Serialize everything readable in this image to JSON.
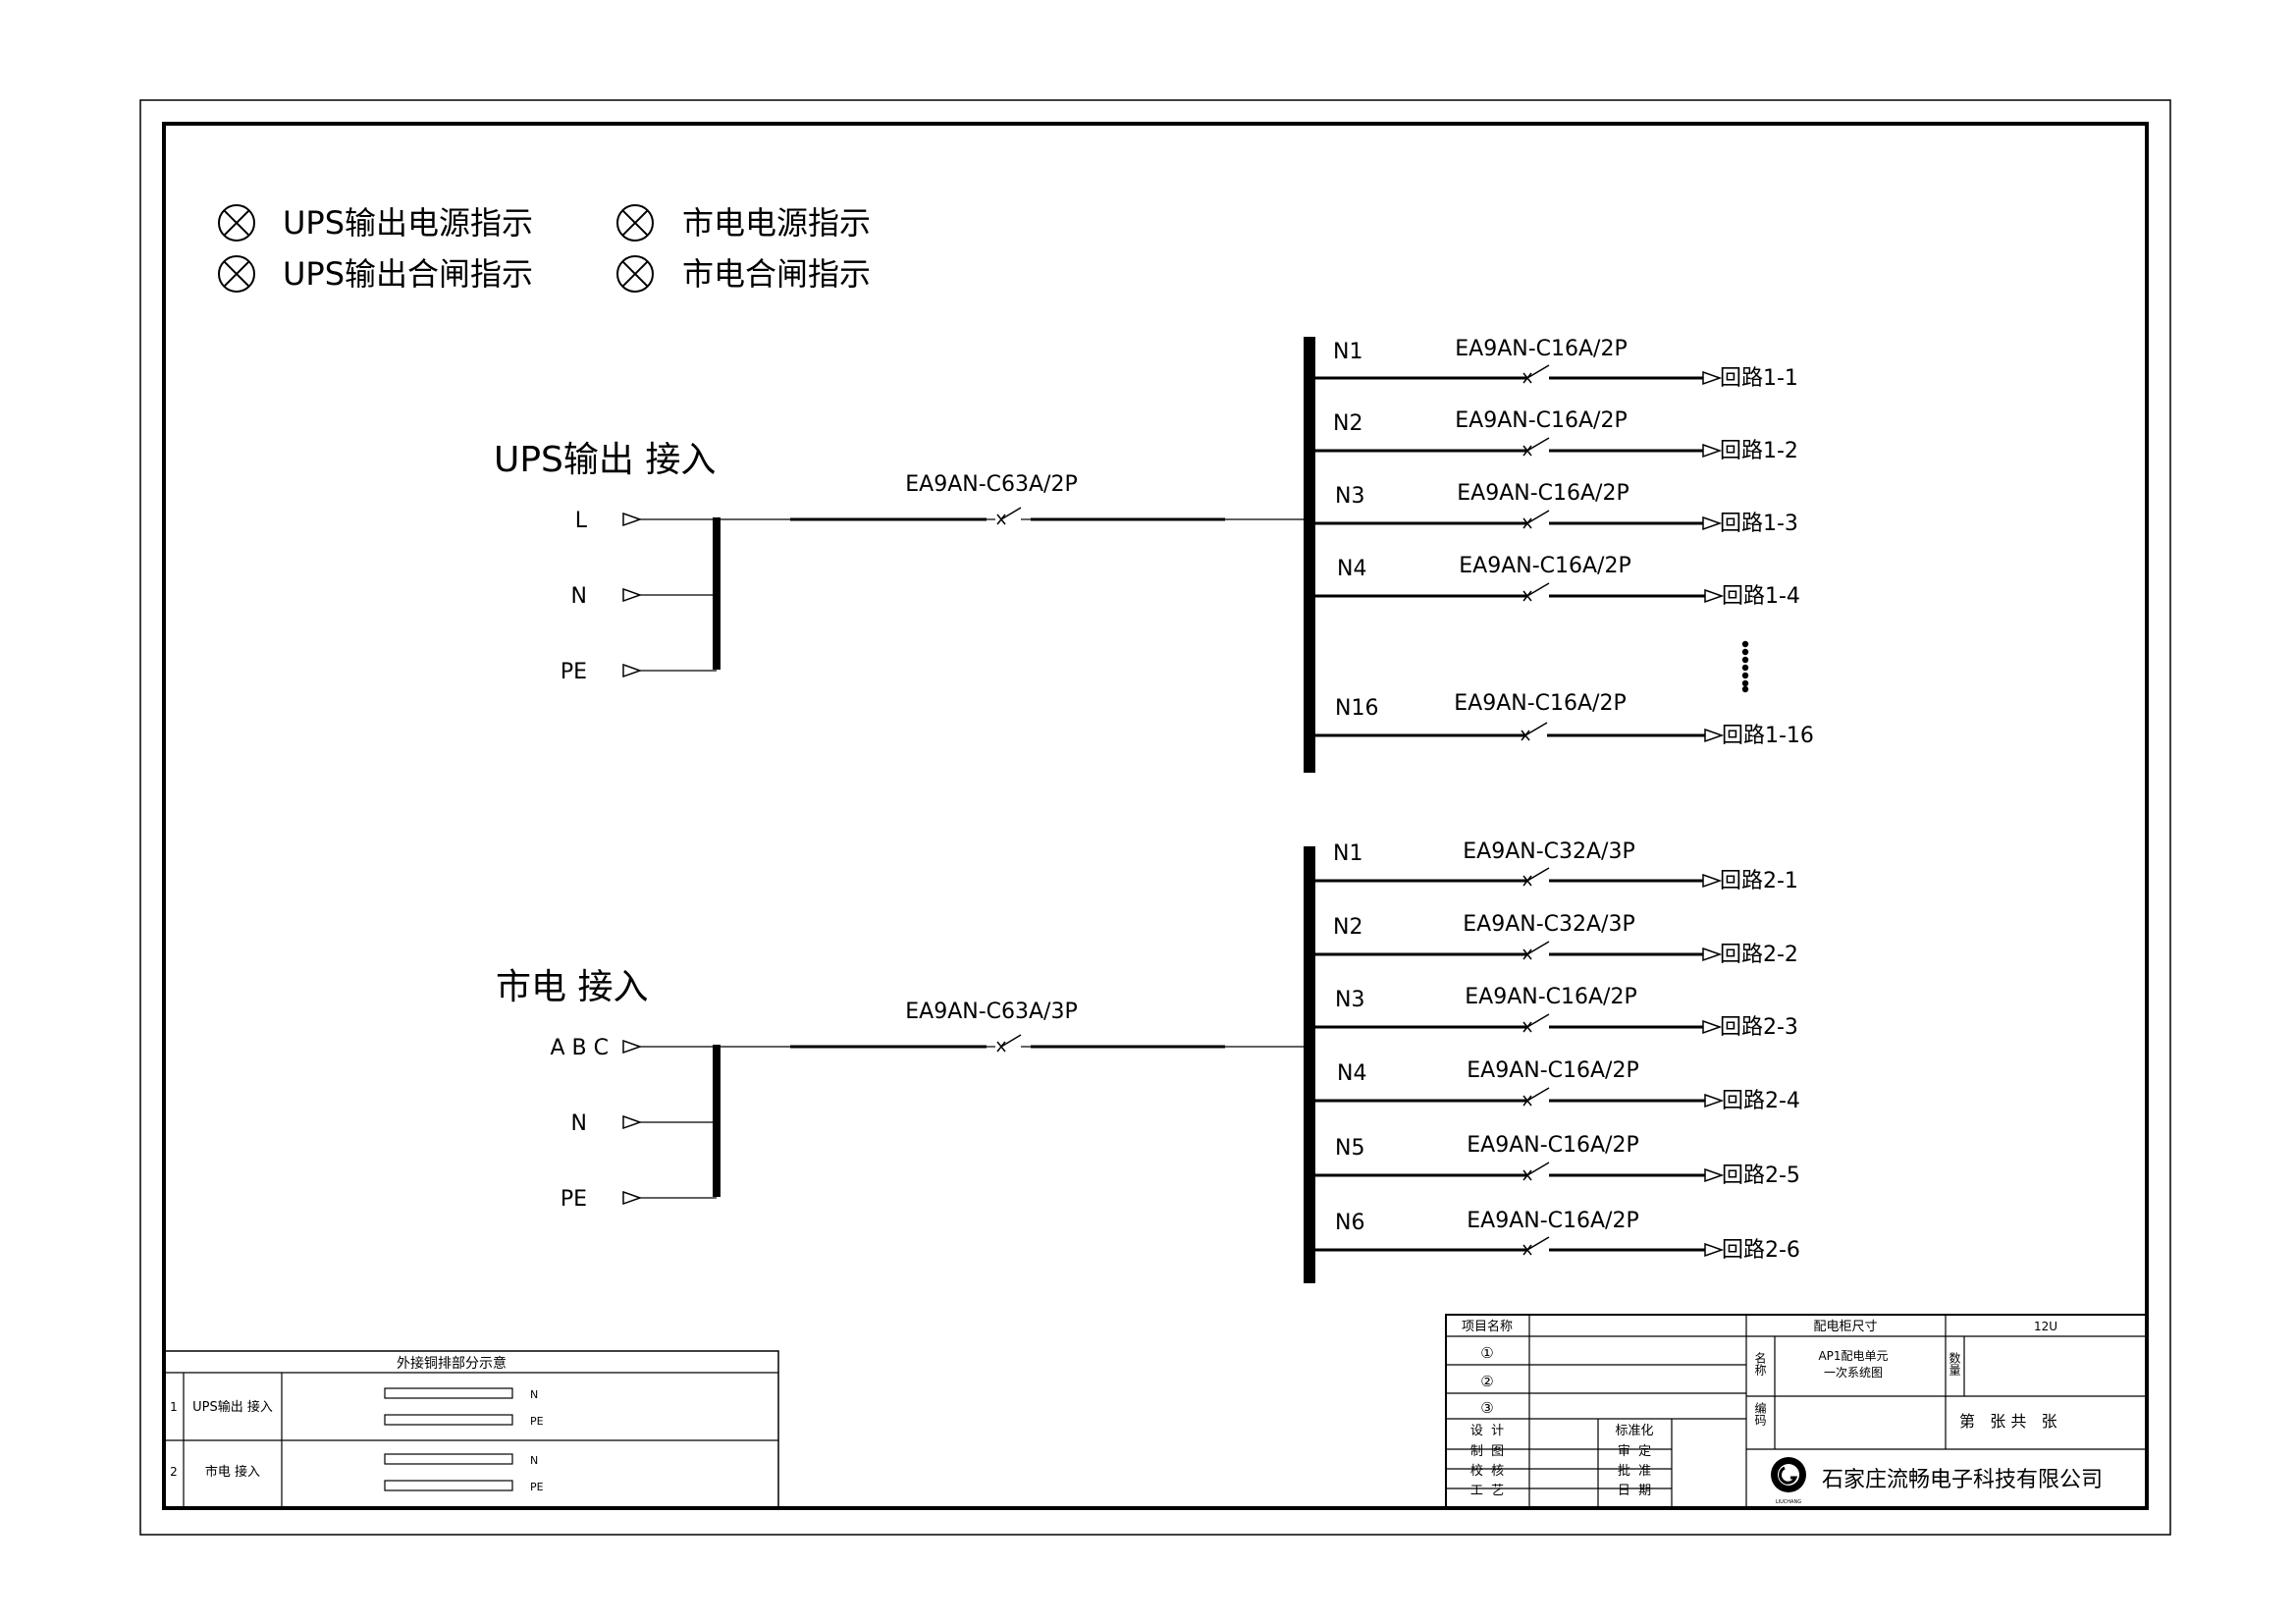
{
  "legend": {
    "items": [
      "UPS输出电源指示",
      "UPS输出合闸指示",
      "市电电源指示",
      "市电合闸指示"
    ]
  },
  "ups_input": {
    "title": "UPS输出 接入",
    "terminals": [
      "L",
      "N",
      "PE"
    ],
    "main_breaker": "EA9AN-C63A/2P",
    "branches": [
      {
        "id": "N1",
        "breaker": "EA9AN-C16A/2P",
        "circuit": "回路1-1"
      },
      {
        "id": "N2",
        "breaker": "EA9AN-C16A/2P",
        "circuit": "回路1-2"
      },
      {
        "id": "N3",
        "breaker": "EA9AN-C16A/2P",
        "circuit": "回路1-3"
      },
      {
        "id": "N4",
        "breaker": "EA9AN-C16A/2P",
        "circuit": "回路1-4"
      },
      {
        "id": "N16",
        "breaker": "EA9AN-C16A/2P",
        "circuit": "回路1-16"
      }
    ]
  },
  "mains_input": {
    "title": "市电 接入",
    "terminals": [
      "A B C",
      "N",
      "PE"
    ],
    "main_breaker": "EA9AN-C63A/3P",
    "branches": [
      {
        "id": "N1",
        "breaker": "EA9AN-C32A/3P",
        "circuit": "回路2-1"
      },
      {
        "id": "N2",
        "breaker": "EA9AN-C32A/3P",
        "circuit": "回路2-2"
      },
      {
        "id": "N3",
        "breaker": "EA9AN-C16A/2P",
        "circuit": "回路2-3"
      },
      {
        "id": "N4",
        "breaker": "EA9AN-C16A/2P",
        "circuit": "回路2-4"
      },
      {
        "id": "N5",
        "breaker": "EA9AN-C16A/2P",
        "circuit": "回路2-5"
      },
      {
        "id": "N6",
        "breaker": "EA9AN-C16A/2P",
        "circuit": "回路2-6"
      }
    ]
  },
  "copper_bar_table": {
    "title": "外接铜排部分示意",
    "rows": [
      {
        "no": "1",
        "name": "UPS输出 接入",
        "bars": [
          "N",
          "PE"
        ]
      },
      {
        "no": "2",
        "name": "市电 接入",
        "bars": [
          "N",
          "PE"
        ]
      }
    ]
  },
  "title_block": {
    "project_name_label": "项目名称",
    "circle_marks": [
      "①",
      "②",
      "③"
    ],
    "cabinet_size_label": "配电柜尺寸",
    "cabinet_size_value": "12U",
    "name_label": "名称",
    "name_value_line1": "AP1配电单元",
    "name_value_line2": "一次系统图",
    "qty_label": "数量",
    "code_label": "编码",
    "sheet_text": "第   张 共   张",
    "roles": [
      "设  计",
      "制  图",
      "校  核",
      "工  艺"
    ],
    "approvals": [
      "标准化",
      "审  定",
      "批  准",
      "日  期"
    ],
    "company": "石家庄流畅电子科技有限公司",
    "logo_text": "LIUCHANG"
  }
}
